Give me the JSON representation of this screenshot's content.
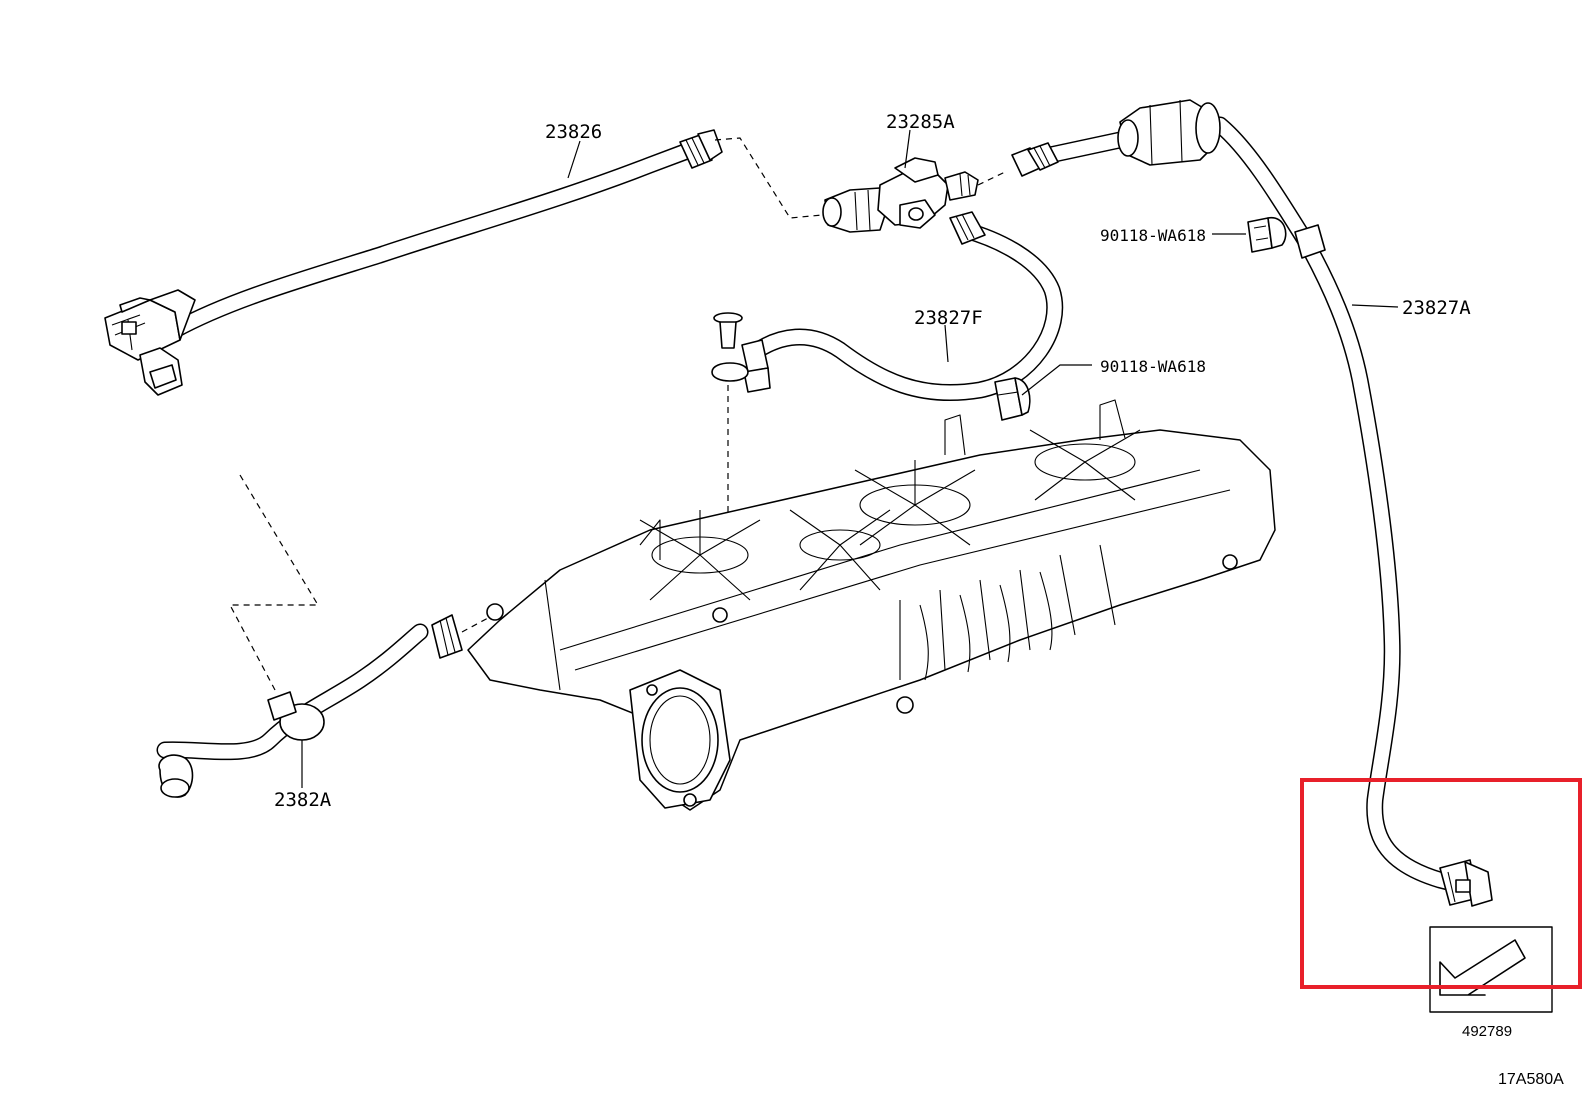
{
  "labels": {
    "hose_23826": "23826",
    "valve_23285A": "23285A",
    "clip_upper": "90118-WA618",
    "hose_23827A": "23827A",
    "hose_23827F": "23827F",
    "clip_lower": "90118-WA618",
    "hose_2382A": "2382A",
    "ref_number": "492789",
    "document_code": "17A580A"
  },
  "colors": {
    "line": "#000000",
    "background": "#ffffff",
    "highlight": "#e8202a"
  }
}
